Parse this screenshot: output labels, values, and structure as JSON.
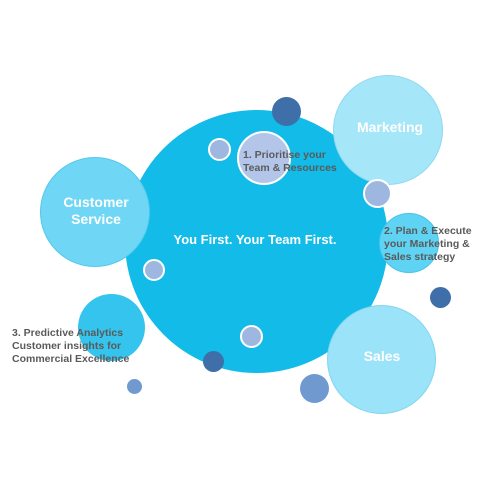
{
  "diagram": {
    "center": {
      "label": "You First. Your Team First.",
      "color": "#12BBE8"
    },
    "satellites": [
      {
        "id": "marketing",
        "label": "Marketing",
        "color": "#A5E6F8"
      },
      {
        "id": "customer",
        "label_line1": "Customer",
        "label_line2": "Service",
        "color": "#6FD7F5"
      },
      {
        "id": "sales",
        "label": "Sales",
        "color": "#9BE3F8"
      }
    ],
    "steps": [
      {
        "id": "step1",
        "line1": "1. Prioritise your",
        "line2": "Team & Resources"
      },
      {
        "id": "step2",
        "line1": "2. Plan & Execute",
        "line2": "your Marketing &",
        "line3": "Sales strategy"
      },
      {
        "id": "step3",
        "line1": "3. Predictive Analytics",
        "line2": "Customer insights for",
        "line3": "Commercial Excellence"
      }
    ],
    "colors": {
      "dot_dark": "#3F6FA8",
      "dot_mid": "#6F99CF",
      "dot_light": "#9DB7E0",
      "label_grey": "#5a5a5a"
    }
  }
}
